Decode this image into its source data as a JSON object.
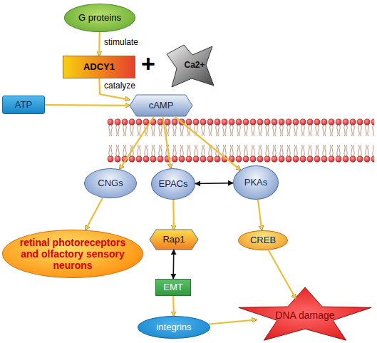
{
  "diagram": {
    "nodes": [
      {
        "text": [
          "G proteins"
        ]
      },
      {
        "text": [
          "ADCY1"
        ]
      },
      {
        "text": [
          "Ca2+"
        ]
      },
      {
        "text": [
          "ATP"
        ]
      },
      {
        "text": [
          "cAMP"
        ]
      },
      {
        "text": [
          "CNGs"
        ]
      },
      {
        "text": [
          "EPACs"
        ]
      },
      {
        "text": [
          "PKAs"
        ]
      },
      {
        "text": [
          "retinal photoreceptors and olfactory sensory neurons"
        ]
      },
      {
        "text": [
          "Rap1"
        ]
      },
      {
        "text": [
          "CREB"
        ]
      },
      {
        "text": [
          "EMT"
        ]
      },
      {
        "text": [
          "integrins"
        ]
      },
      {
        "text": [
          "DNA damage"
        ]
      }
    ],
    "edges": [
      {
        "from": 0,
        "to": 1,
        "label": "stimulate",
        "arrow": "to"
      },
      {
        "from": 1,
        "to": 4,
        "label": "catalyze",
        "arrow": "to"
      },
      {
        "from": 3,
        "to": 4,
        "arrow": "to"
      },
      {
        "from": 4,
        "to": 5,
        "arrow": "to"
      },
      {
        "from": 4,
        "to": 6,
        "arrow": "to"
      },
      {
        "from": 4,
        "to": 7,
        "arrow": "to"
      },
      {
        "from": 6,
        "to": 7,
        "arrow": "both"
      },
      {
        "from": 5,
        "to": 8,
        "arrow": "to"
      },
      {
        "from": 6,
        "to": 9,
        "arrow": "to"
      },
      {
        "from": 7,
        "to": 10,
        "arrow": "to"
      },
      {
        "from": 9,
        "to": 11,
        "arrow": "both"
      },
      {
        "from": 11,
        "to": 12,
        "arrow": "to"
      },
      {
        "from": 12,
        "to": 13,
        "arrow": "to"
      },
      {
        "from": 10,
        "to": 13,
        "arrow": "to"
      }
    ],
    "labels": [
      "+"
    ]
  }
}
